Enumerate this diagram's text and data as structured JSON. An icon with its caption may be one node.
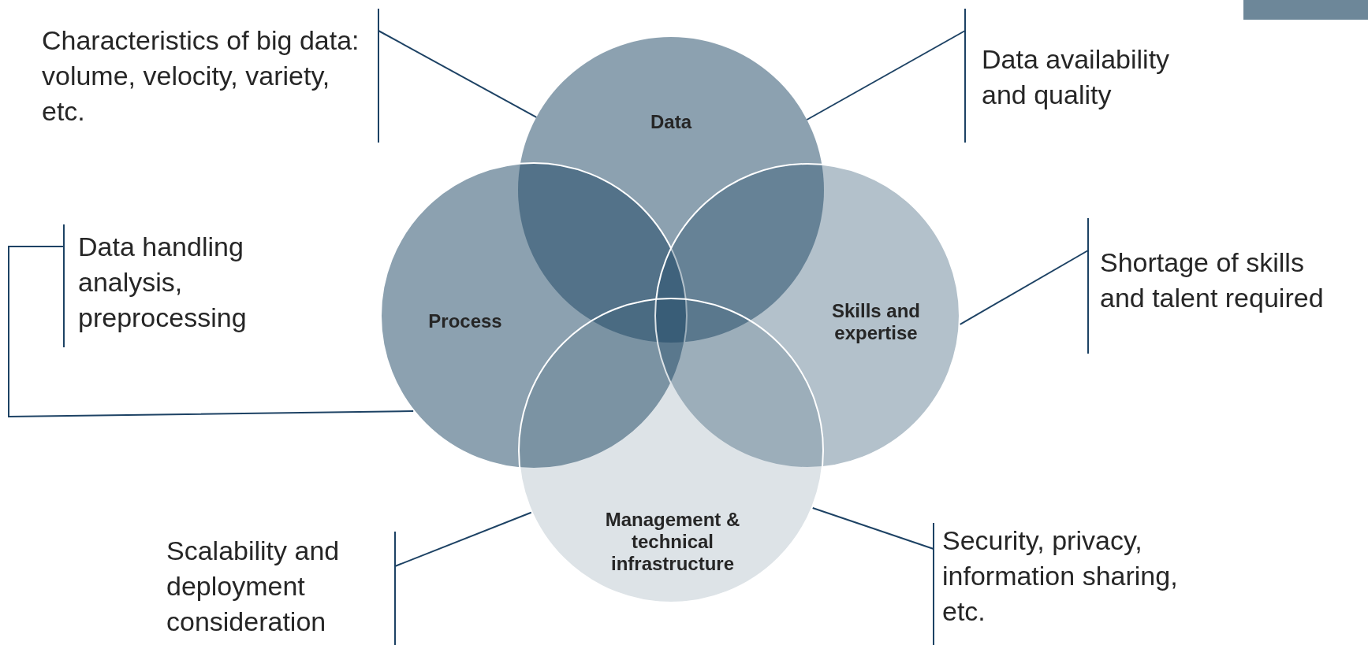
{
  "diagram": {
    "nodes": [
      {
        "text": [
          "Data"
        ]
      },
      {
        "text": [
          "Process"
        ]
      },
      {
        "text": [
          "Skills and expertise"
        ]
      },
      {
        "text": [
          "Management & technical infrastructure"
        ]
      },
      {
        "text": [
          "Characteristics of big data: volume, velocity, variety, etc."
        ]
      },
      {
        "text": [
          "Data availability and quality"
        ]
      },
      {
        "text": [
          "Data handling analysis, preprocessing"
        ]
      },
      {
        "text": [
          "Shortage of skills and talent required"
        ]
      },
      {
        "text": [
          "Scalability and deployment consideration"
        ]
      },
      {
        "text": [
          "Security, privacy, information sharing, etc."
        ]
      }
    ],
    "edges": [
      {
        "from": 4,
        "to": 0,
        "arrow": "none"
      },
      {
        "from": 5,
        "to": 0,
        "arrow": "none"
      },
      {
        "from": 6,
        "to": 1,
        "arrow": "none"
      },
      {
        "from": 7,
        "to": 2,
        "arrow": "none"
      },
      {
        "from": 8,
        "to": 3,
        "arrow": "none"
      },
      {
        "from": 9,
        "to": 3,
        "arrow": "none"
      }
    ]
  }
}
